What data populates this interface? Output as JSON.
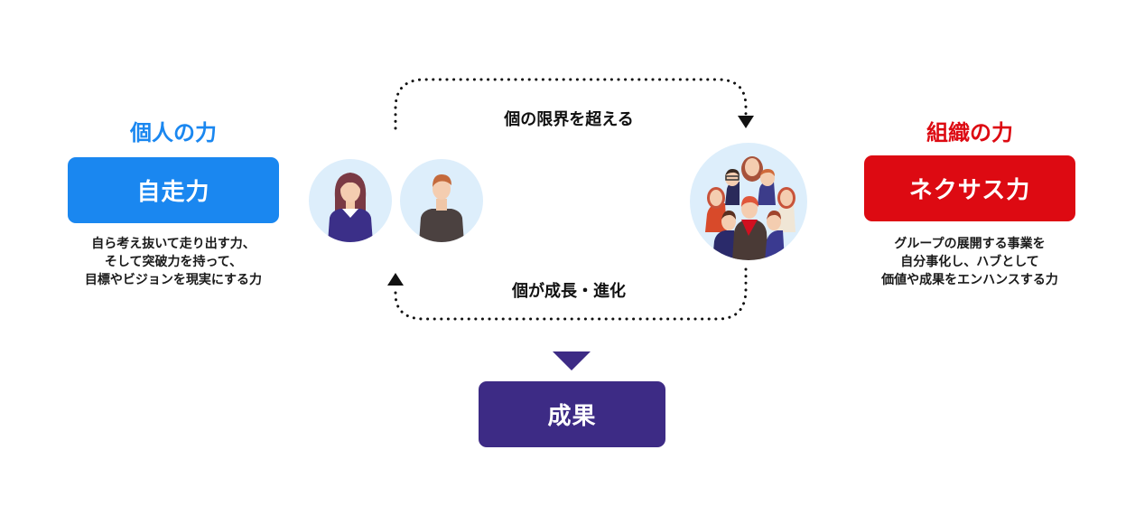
{
  "left": {
    "heading": "個人の力",
    "pill": "自走力",
    "desc": [
      "自ら考え抜いて走り出す力、",
      "そして突破力を持って、",
      "目標やビジョンを現実にする力"
    ]
  },
  "right": {
    "heading": "組織の力",
    "pill": "ネクサス力",
    "desc": [
      "グループの展開する事業を",
      "自分事化し、ハブとして",
      "価値や成果をエンハンスする力"
    ]
  },
  "flow": {
    "top": "個の限界を超える",
    "bottom": "個が成長・進化"
  },
  "result": "成果",
  "colors": {
    "individual": "#1a87f0",
    "organization": "#dd0a12",
    "result": "#3d2b85",
    "avatar_bg": "#ddeefb"
  }
}
